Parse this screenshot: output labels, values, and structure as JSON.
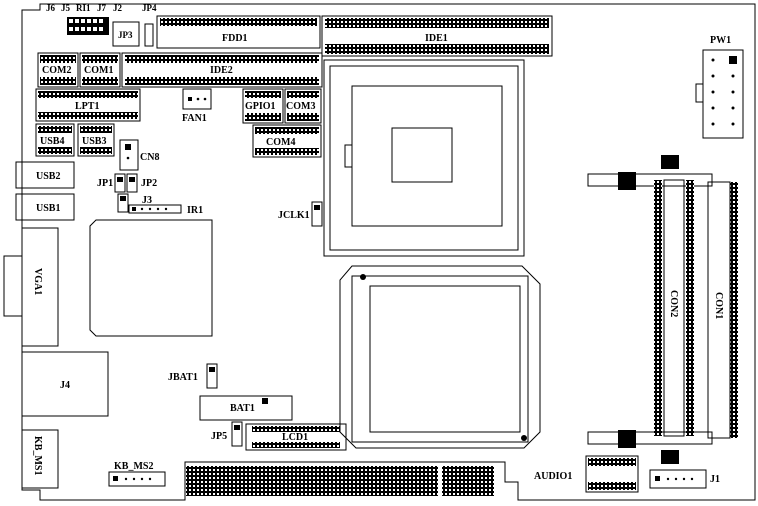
{
  "labels": {
    "j6": "J6",
    "j5": "J5",
    "ri1": "RI1",
    "j7": "J7",
    "j2": "J2",
    "jp4": "JP4",
    "jp3": "JP3",
    "fdd1": "FDD1",
    "ide1": "IDE1",
    "pw1": "PW1",
    "com2": "COM2",
    "com1": "COM1",
    "ide2": "IDE2",
    "lpt1": "LPT1",
    "fan1": "FAN1",
    "gpio1": "GPIO1",
    "com3": "COM3",
    "usb4": "USB4",
    "usb3": "USB3",
    "com4": "COM4",
    "cn8": "CN8",
    "usb2": "USB2",
    "jp1": "JP1",
    "jp2": "JP2",
    "usb1": "USB1",
    "j3": "J3",
    "ir1": "IR1",
    "jclk1": "JCLK1",
    "vga1": "VGA1",
    "con2": "CON2",
    "con1": "CON1",
    "j4": "J4",
    "jbat1": "JBAT1",
    "bat1": "BAT1",
    "jp5": "JP5",
    "lcd1": "LCD1",
    "kb_ms1": "KB_MS1",
    "kb_ms2": "KB_MS2",
    "audio1": "AUDIO1",
    "j1": "J1"
  }
}
